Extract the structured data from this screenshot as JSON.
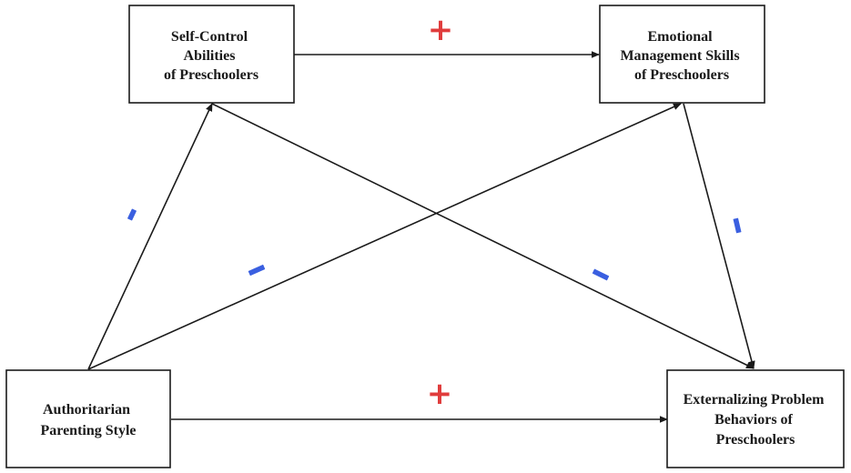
{
  "nodes": {
    "self_control": {
      "lines": [
        "Self-Control",
        "Abilities",
        "of Preschoolers"
      ]
    },
    "emotional": {
      "lines": [
        "Emotional",
        "Management Skills",
        "of Preschoolers"
      ]
    },
    "authoritarian": {
      "lines": [
        "Authoritarian",
        "Parenting Style"
      ]
    },
    "externalizing": {
      "lines": [
        "Externalizing Problem",
        "Behaviors of",
        "Preschoolers"
      ]
    }
  },
  "signs": {
    "self_to_emotional": "+",
    "auth_to_external": "+",
    "auth_to_self": "−",
    "auth_to_emotional": "−",
    "self_to_external": "−",
    "emotional_to_external": "−"
  },
  "colors": {
    "positive": "#e03c3c",
    "negative": "#3a5fe0",
    "stroke": "#1a1a1a"
  }
}
